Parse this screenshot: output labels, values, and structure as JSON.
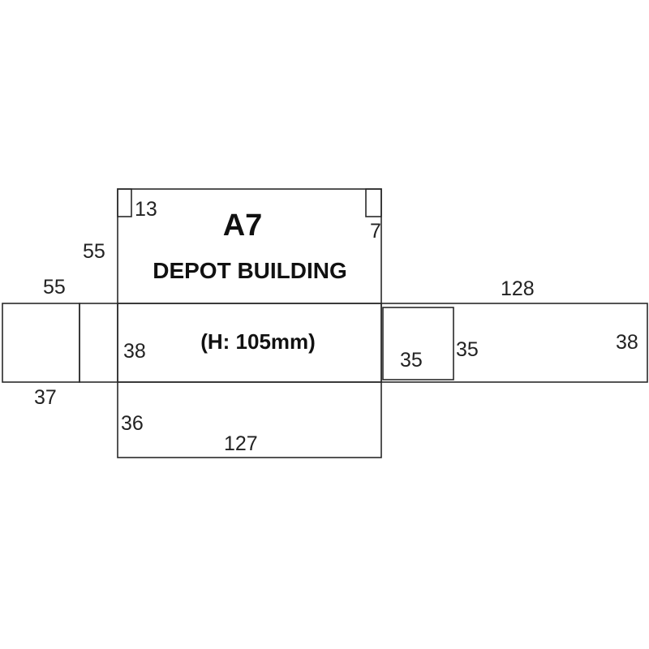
{
  "model": {
    "code": "A7",
    "name": "DEPOT BUILDING",
    "height_note": "(H: 105mm)"
  },
  "dimensions": {
    "tab_top_left": "13",
    "tab_top_right": "7",
    "front_panel_height": "55",
    "left_end_height": "55",
    "right_side_length": "128",
    "roof_depth": "38",
    "right_end_height": "38",
    "right_flap_height": "35",
    "right_flap_width": "35",
    "left_end_width": "37",
    "base_depth": "36",
    "base_length": "127"
  }
}
